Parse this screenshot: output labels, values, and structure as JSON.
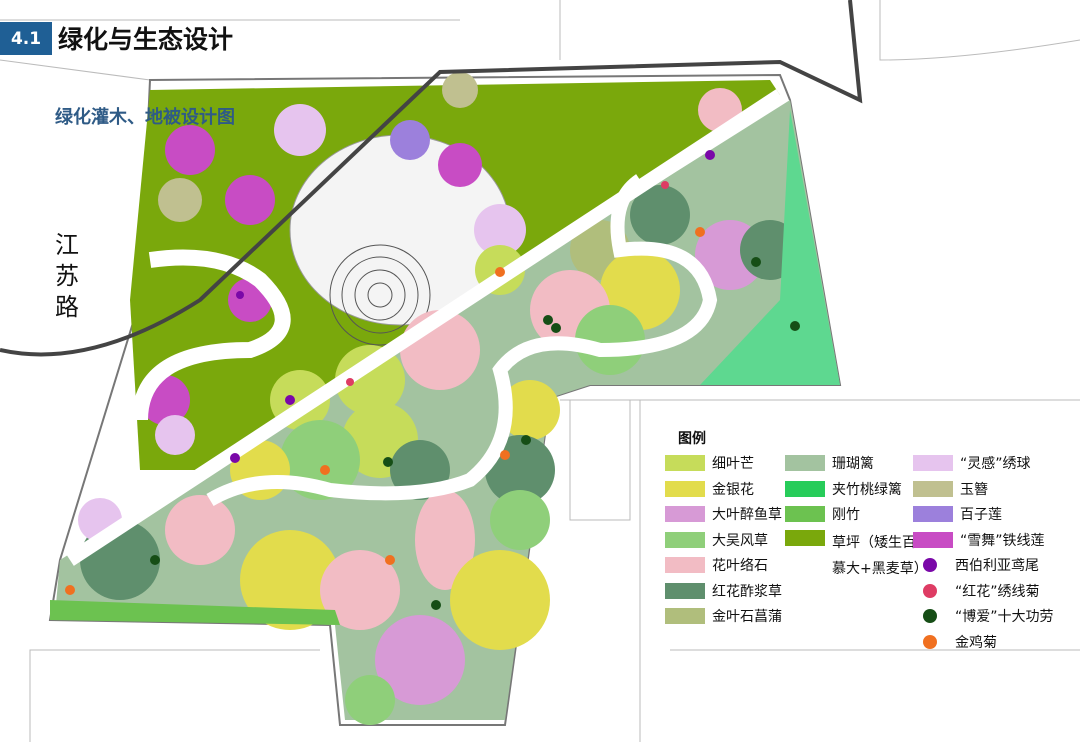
{
  "header": {
    "section_number": "4.1",
    "title": "绿化与生态设计"
  },
  "subtitle": "绿化灌木、地被设计图",
  "road_label": "江苏路",
  "legend": {
    "title": "图例",
    "col1": [
      {
        "label": "细叶芒",
        "color": "#c6dc5a"
      },
      {
        "label": "金银花",
        "color": "#e2dc4c"
      },
      {
        "label": "大叶醉鱼草",
        "color": "#d79ad6"
      },
      {
        "label": "大吴风草",
        "color": "#8fcf7a"
      },
      {
        "label": "花叶络石",
        "color": "#f2bcc4"
      },
      {
        "label": "红花酢浆草",
        "color": "#5f8f6d"
      },
      {
        "label": "金叶石菖蒲",
        "color": "#b0be7c"
      }
    ],
    "col2": [
      {
        "label": "珊瑚篱",
        "color": "#a3c3a0"
      },
      {
        "label": "夹竹桃绿篱",
        "color": "#27cc5a"
      },
      {
        "label": "刚竹",
        "color": "#6cc250"
      },
      {
        "label": "草坪（矮生百慕大+黑麦草）",
        "color": "#7aa80c"
      }
    ],
    "col3": [
      {
        "label": "“灵感”绣球",
        "color": "#e6c4ee"
      },
      {
        "label": "玉簪",
        "color": "#c0c090"
      },
      {
        "label": "百子莲",
        "color": "#9c80dc"
      },
      {
        "label": "“雪舞”铁线莲",
        "color": "#c84cc4"
      }
    ],
    "dots": [
      {
        "label": "西伯利亚鸢尾",
        "color": "#7a08a8"
      },
      {
        "label": "“红花”绣线菊",
        "color": "#de3c64"
      },
      {
        "label": "“博爱”十大功劳",
        "color": "#164e16"
      },
      {
        "label": "金鸡菊",
        "color": "#f07020"
      }
    ]
  }
}
